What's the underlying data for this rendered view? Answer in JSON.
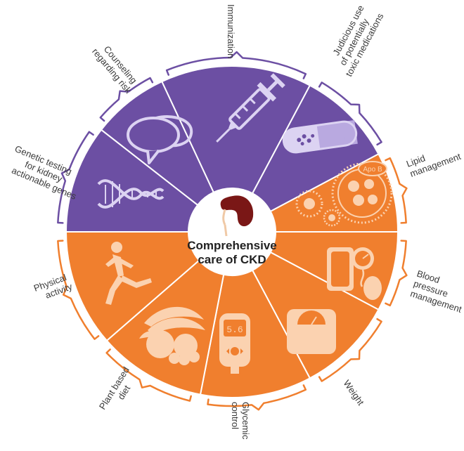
{
  "center": {
    "line1": "Comprehensive",
    "line2": "care of CKD"
  },
  "colors": {
    "purple": "#6c4fa3",
    "orange": "#f07f2e",
    "purple_icon": "#d9cff1",
    "orange_icon": "#fbd4b4",
    "kidney": "#7a1716"
  },
  "labels": {
    "immunization": [
      "Immunization"
    ],
    "judicious": [
      "Judicious use",
      "of potentially",
      "toxic medications"
    ],
    "lipid": [
      "Lipid",
      "management"
    ],
    "blood_pressure": [
      "Blood",
      "pressure",
      "management"
    ],
    "weight": [
      "Weight"
    ],
    "glycemic": [
      "Glycemic",
      "control"
    ],
    "plant_diet": [
      "Plant based",
      "diet"
    ],
    "physical": [
      "Physical",
      "activity"
    ],
    "genetic": [
      "Genetic testing",
      "for kidney",
      "actionable genes"
    ],
    "counseling": [
      "Counseling",
      "regarding risk"
    ]
  },
  "icon_text": {
    "apo_b": "Apo B",
    "glucometer_reading": "5.6"
  },
  "segments": [
    {
      "name": "immunization",
      "group": "purple",
      "icon": "syringe-icon"
    },
    {
      "name": "judicious-medications",
      "group": "purple",
      "icon": "capsule-icon"
    },
    {
      "name": "lipid-management",
      "group": "orange",
      "icon": "lipoprotein-icon"
    },
    {
      "name": "blood-pressure-management",
      "group": "orange",
      "icon": "sphygmomanometer-icon"
    },
    {
      "name": "weight",
      "group": "orange",
      "icon": "scale-icon"
    },
    {
      "name": "glycemic-control",
      "group": "orange",
      "icon": "glucometer-icon"
    },
    {
      "name": "plant-based-diet",
      "group": "orange",
      "icon": "fruit-icon"
    },
    {
      "name": "physical-activity",
      "group": "orange",
      "icon": "runner-icon"
    },
    {
      "name": "genetic-testing",
      "group": "purple",
      "icon": "dna-icon"
    },
    {
      "name": "counseling",
      "group": "purple",
      "icon": "speech-bubbles-icon"
    }
  ]
}
